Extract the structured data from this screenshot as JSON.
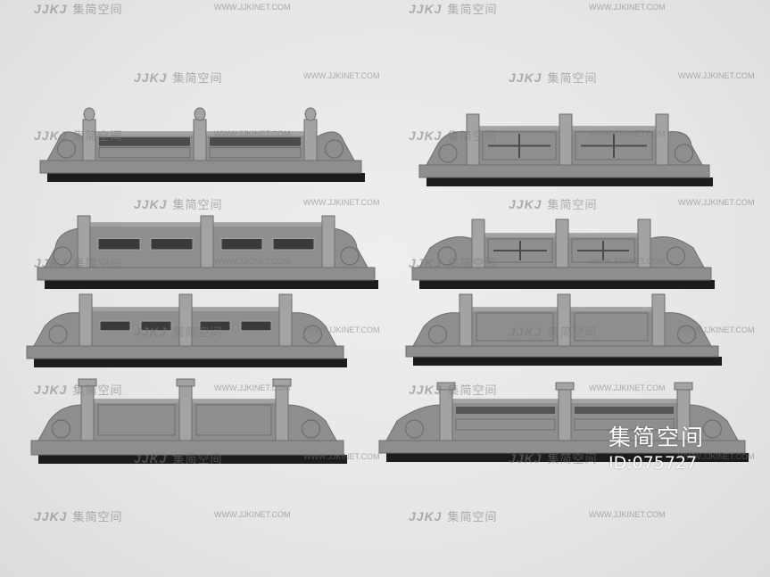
{
  "watermark": {
    "logo_mark": "JJKJ",
    "brand": "集简空间",
    "url": "WWW.JJKINET.COM"
  },
  "stamp": {
    "brand": "集简空间",
    "id": "ID:075727"
  },
  "colors": {
    "stone": "#8e8e8e",
    "stone_light": "#a3a3a3",
    "stone_dark": "#6e6e6e",
    "shadow": "#1c1c1c",
    "background": "#e8e8e8"
  }
}
